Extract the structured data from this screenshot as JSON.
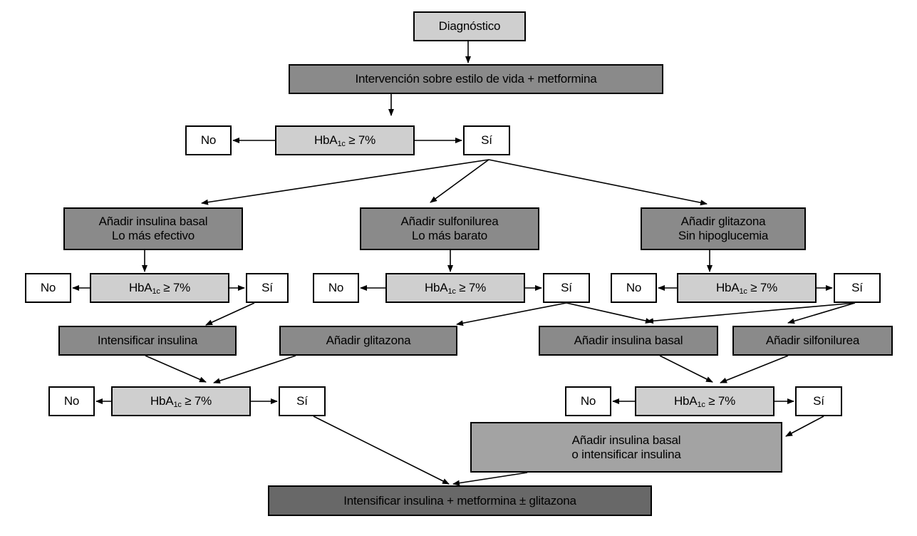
{
  "nodes": {
    "diagnostico": "Diagnóstico",
    "intervencion": "Intervención sobre estilo de vida + metformina",
    "no": "No",
    "si": "Sí",
    "hba1c": {
      "pre": "HbA",
      "sub": "1c",
      "post": " ≥ 7%"
    },
    "insulina_basal_col": "Añadir insulina basal\nLo más efectivo",
    "sulfonilurea_col": "Añadir sulfonilurea\nLo más barato",
    "glitazona_col": "Añadir glitazona\nSin hipoglucemia",
    "intensificar_insulina": "Intensificar insulina",
    "anadir_glitazona": "Añadir glitazona",
    "anadir_insulina_basal": "Añadir insulina basal",
    "anadir_silfonilurea": "Añadir silfonilurea",
    "basal_o_intensificar": "Añadir insulina basal\no intensificar insulina",
    "final": "Intensificar insulina + metformina ± glitazona"
  },
  "colors": {
    "white": "#ffffff",
    "light_gray": "#cfcfcf",
    "mid_gray": "#a3a3a3",
    "dark_gray": "#8a8a8a",
    "darkest_gray": "#686868"
  }
}
